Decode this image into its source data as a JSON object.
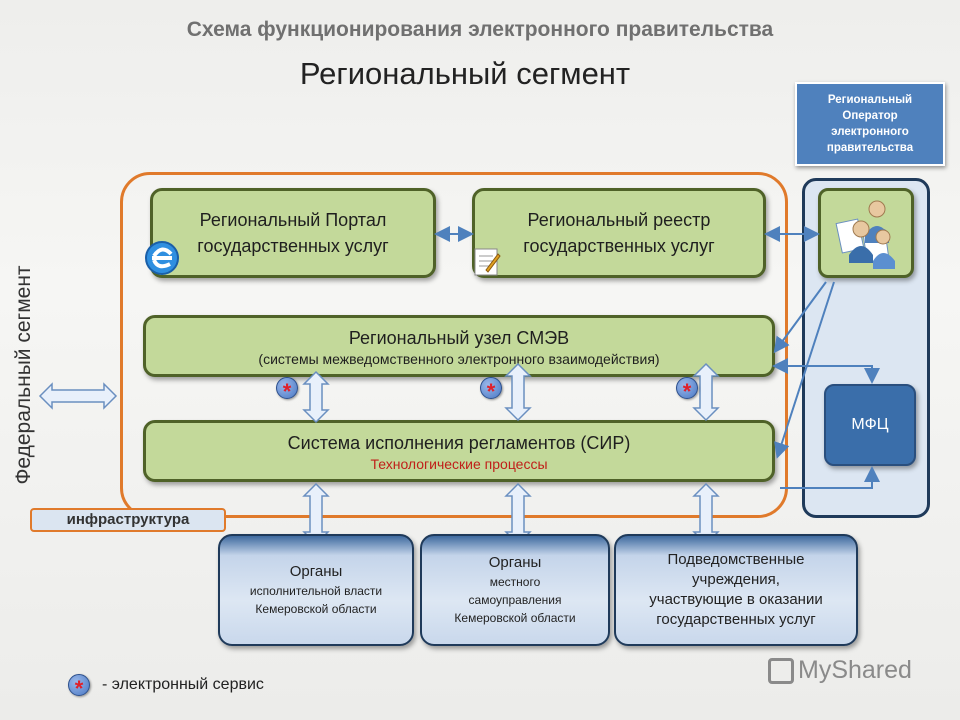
{
  "header": {
    "subtitle": "Схема функционирования электронного правительства",
    "title": "Региональный сегмент"
  },
  "federal_label": "Федеральный сегмент",
  "infrastructure_label": "инфраструктура",
  "portal": {
    "line1": "Региональный Портал",
    "line2": "государственных услуг"
  },
  "registry": {
    "line1": "Региональный реестр",
    "line2": "государственных услуг"
  },
  "smev": {
    "line1": "Региональный узел СМЭВ",
    "line2": "(системы межведомственного электронного взаимодействия)"
  },
  "sir": {
    "line1": "Система исполнения регламентов (СИР)",
    "line2": "Технологические процессы"
  },
  "operator": {
    "line1": "Региональный",
    "line2": "Оператор",
    "line3": "электронного",
    "line4": "правительства"
  },
  "mfc_label": "МФЦ",
  "bottom_boxes": [
    {
      "line1": "Органы",
      "line2": "исполнительной власти",
      "line3": "Кемеровской области"
    },
    {
      "line1": "Органы",
      "line2": "местного",
      "line3": "самоуправления",
      "line4": "Кемеровской области"
    },
    {
      "line1": "Подведомственные",
      "line2": "учреждения,",
      "line3": "участвующие в оказании",
      "line4": "государственных услуг"
    }
  ],
  "legend": {
    "star_symbol": "*",
    "text": "- электронный сервис"
  },
  "watermark": "MyShared",
  "icons": [
    "ie-icon",
    "document-icon",
    "people-icon",
    "star-service-icon",
    "double-arrow-icon"
  ],
  "colors": {
    "green_fill": "#c3d99a",
    "orange_frame": "#e07a2b",
    "blue_accent": "#4f81bd",
    "red_text": "#c0201a"
  }
}
